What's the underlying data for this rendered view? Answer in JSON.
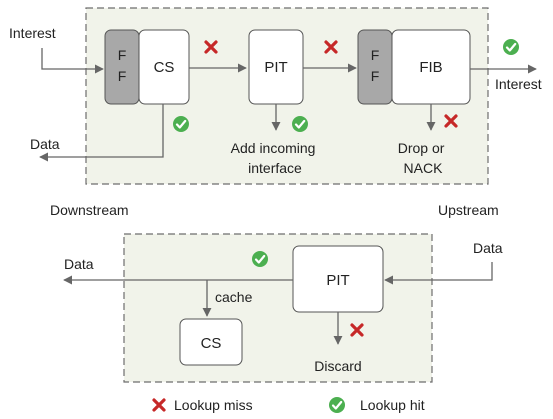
{
  "colors": {
    "panel_fill": "#f1f3ea",
    "panel_border": "#6d6d6d",
    "node_border": "#555555",
    "ff_fill": "#a8a8a8",
    "arrow": "#666666",
    "hit": "#4caf50",
    "miss": "#c62828"
  },
  "icons": {
    "hit": "check-circle-icon",
    "miss": "x-mark-icon"
  },
  "interest_path": {
    "input_label": "Interest",
    "ff_left": [
      "F",
      "F"
    ],
    "cs": "CS",
    "pit": "PIT",
    "ff_right": [
      "F",
      "F"
    ],
    "fib": "FIB",
    "output_label": "Interest",
    "data_label": "Data",
    "pit_note": [
      "Add incoming",
      "interface"
    ],
    "fib_note": [
      "Drop or",
      "NACK"
    ]
  },
  "directions": {
    "downstream": "Downstream",
    "upstream": "Upstream"
  },
  "data_path": {
    "input_label": "Data",
    "pit": "PIT",
    "output_label": "Data",
    "cache_label": "cache",
    "cs": "CS",
    "discard_label": "Discard"
  },
  "legend": {
    "miss": "Lookup miss",
    "hit": "Lookup hit"
  }
}
